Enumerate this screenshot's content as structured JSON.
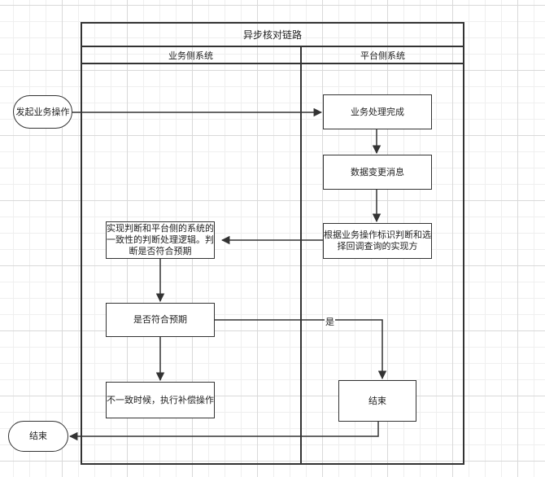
{
  "pool": {
    "title": "异步核对链路",
    "lanes": [
      "业务侧系统",
      "平台侧系统"
    ]
  },
  "nodes": {
    "start": "发起业务操作",
    "done": "业务处理完成",
    "msg": "数据变更消息",
    "route_line1": "根据业务操作标识判断和选",
    "route_line2": "择回调查询的实现方",
    "check_line1": "实现判断和平台侧的系统的",
    "check_line2": "一致性的判断处理逻辑。判",
    "check_line3": "断是否符合预期",
    "decision": "是否符合预期",
    "compensate": "不一致时候，执行补偿操作",
    "end_platform": "结束",
    "end_business": "结束"
  },
  "edges": {
    "yes_label": "是"
  }
}
